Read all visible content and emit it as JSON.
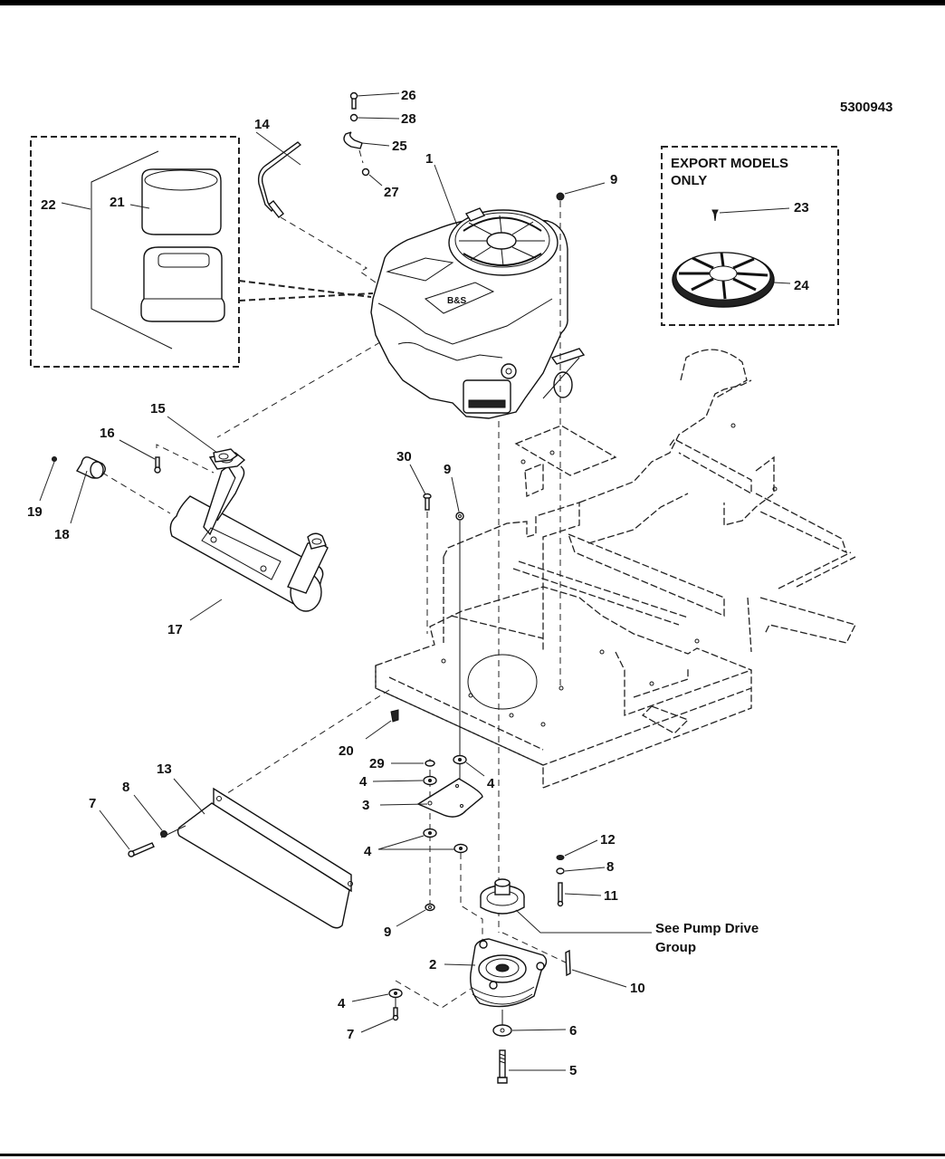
{
  "document": {
    "drawing_number": "5300943",
    "export_box": {
      "title_line1": "EXPORT MODELS",
      "title_line2": "ONLY"
    },
    "reference_note": {
      "line1": "See Pump Drive",
      "line2": "Group"
    }
  },
  "callouts": {
    "c1": "1",
    "c2": "2",
    "c3": "3",
    "c4a": "4",
    "c4b": "4",
    "c4c": "4",
    "c4d": "4",
    "c5": "5",
    "c6": "6",
    "c7a": "7",
    "c7b": "7",
    "c8a": "8",
    "c8b": "8",
    "c9a": "9",
    "c9b": "9",
    "c9c": "9",
    "c10": "10",
    "c11": "11",
    "c12": "12",
    "c13": "13",
    "c14": "14",
    "c15": "15",
    "c16": "16",
    "c17": "17",
    "c18": "18",
    "c19": "19",
    "c20": "20",
    "c21": "21",
    "c22": "22",
    "c23": "23",
    "c24": "24",
    "c25": "25",
    "c26": "26",
    "c27": "27",
    "c28": "28",
    "c29": "29",
    "c30": "30"
  }
}
